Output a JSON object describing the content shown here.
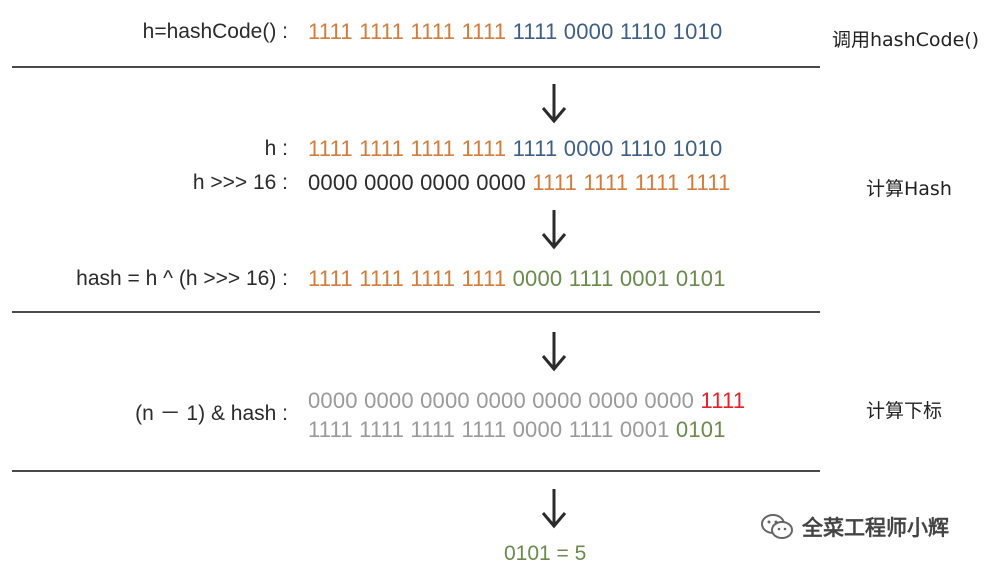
{
  "rows": {
    "row1": {
      "label": "h=hashCode() :",
      "groups": [
        {
          "t": "1111",
          "c": "or"
        },
        {
          "t": "1111",
          "c": "or"
        },
        {
          "t": "1111",
          "c": "or"
        },
        {
          "t": "1111",
          "c": "or"
        },
        {
          "t": "1111",
          "c": "bl"
        },
        {
          "t": "0000",
          "c": "bl"
        },
        {
          "t": "1110",
          "c": "bl"
        },
        {
          "t": "1010",
          "c": "bl"
        }
      ]
    },
    "row2": {
      "label": "h :",
      "groups": [
        {
          "t": "1111",
          "c": "or"
        },
        {
          "t": "1111",
          "c": "or"
        },
        {
          "t": "1111",
          "c": "or"
        },
        {
          "t": "1111",
          "c": "or"
        },
        {
          "t": "1111",
          "c": "bl"
        },
        {
          "t": "0000",
          "c": "bl"
        },
        {
          "t": "1110",
          "c": "bl"
        },
        {
          "t": "1010",
          "c": "bl"
        }
      ]
    },
    "row3": {
      "label": "h >>> 16 :",
      "groups": [
        {
          "t": "0000",
          "c": "bk"
        },
        {
          "t": "0000",
          "c": "bk"
        },
        {
          "t": "0000",
          "c": "bk"
        },
        {
          "t": "0000",
          "c": "bk"
        },
        {
          "t": "1111",
          "c": "or"
        },
        {
          "t": "1111",
          "c": "or"
        },
        {
          "t": "1111",
          "c": "or"
        },
        {
          "t": "1111",
          "c": "or"
        }
      ]
    },
    "row4": {
      "label": "hash = h ^ (h >>> 16) :",
      "groups": [
        {
          "t": "1111",
          "c": "or"
        },
        {
          "t": "1111",
          "c": "or"
        },
        {
          "t": "1111",
          "c": "or"
        },
        {
          "t": "1111",
          "c": "or"
        },
        {
          "t": "0000",
          "c": "gr"
        },
        {
          "t": "1111",
          "c": "gr"
        },
        {
          "t": "0001",
          "c": "gr"
        },
        {
          "t": "0101",
          "c": "gr"
        }
      ]
    },
    "row5": {
      "label": "(n － 1) & hash :",
      "groups": [
        {
          "t": "0000",
          "c": "gy"
        },
        {
          "t": "0000",
          "c": "gy"
        },
        {
          "t": "0000",
          "c": "gy"
        },
        {
          "t": "0000",
          "c": "gy"
        },
        {
          "t": "0000",
          "c": "gy"
        },
        {
          "t": "0000",
          "c": "gy"
        },
        {
          "t": "0000",
          "c": "gy"
        },
        {
          "t": "1111",
          "c": "rd"
        }
      ]
    },
    "row6": {
      "label": "",
      "groups": [
        {
          "t": "1111",
          "c": "gy"
        },
        {
          "t": "1111",
          "c": "gy"
        },
        {
          "t": "1111",
          "c": "gy"
        },
        {
          "t": "1111",
          "c": "gy"
        },
        {
          "t": "0000",
          "c": "gy"
        },
        {
          "t": "1111",
          "c": "gy"
        },
        {
          "t": "0001",
          "c": "gy"
        },
        {
          "t": "0101",
          "c": "gr"
        }
      ]
    }
  },
  "side_notes": {
    "step1": "调用hashCode()",
    "step2": "计算Hash",
    "step3": "计算下标"
  },
  "result": "0101 = 5",
  "watermark": "全菜工程师小辉",
  "colors": {
    "or": "#d37c3c",
    "bl": "#3e5f86",
    "bk": "#2b2b2b",
    "gr": "#6a8a4e",
    "gy": "#9a9a9a",
    "rd": "#e8202a"
  },
  "icons": {
    "arrow": "arrow-down-icon",
    "watermark": "wechat-icon"
  }
}
